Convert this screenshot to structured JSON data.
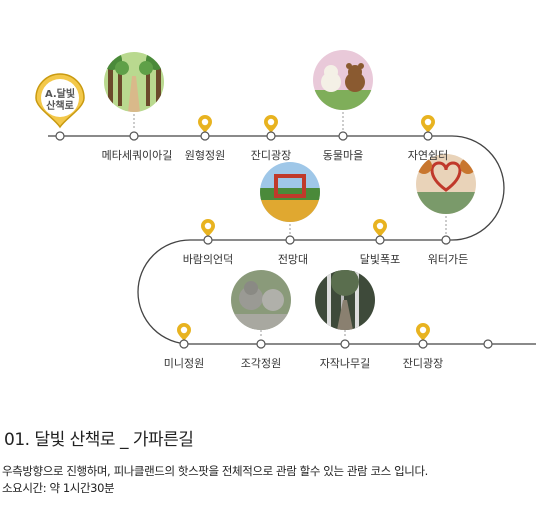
{
  "start_marker": {
    "line1": "A.달빛",
    "line2": "산책로"
  },
  "stops": [
    {
      "label": "메타세쿼이아길",
      "kind": "photo",
      "icon": "forest-path-photo"
    },
    {
      "label": "원형정원",
      "kind": "pin"
    },
    {
      "label": "잔디광장",
      "kind": "pin"
    },
    {
      "label": "동물마을",
      "kind": "photo",
      "icon": "animal-statues-photo"
    },
    {
      "label": "자연쉼터",
      "kind": "pin"
    },
    {
      "label": "워터가든",
      "kind": "photo",
      "icon": "water-garden-photo"
    },
    {
      "label": "달빛폭포",
      "kind": "pin"
    },
    {
      "label": "전망대",
      "kind": "photo",
      "icon": "observatory-photo"
    },
    {
      "label": "바람의언덕",
      "kind": "pin"
    },
    {
      "label": "미니정원",
      "kind": "pin"
    },
    {
      "label": "조각정원",
      "kind": "photo",
      "icon": "sculpture-photo"
    },
    {
      "label": "자작나무길",
      "kind": "photo",
      "icon": "birch-path-photo"
    },
    {
      "label": "잔디광장",
      "kind": "pin"
    }
  ],
  "colors": {
    "pin": "#e8b320",
    "line": "#444444",
    "start_fill": "#f3e6b8"
  },
  "section": {
    "title": "01. 달빛 산책로 _ 가파른길",
    "description": "우측방향으로 진행하며, 피나클랜드의 핫스팟을 전체적으로 관람 할수 있는 관람 코스 입니다.",
    "duration": "소요시간: 약 1시간30분"
  }
}
